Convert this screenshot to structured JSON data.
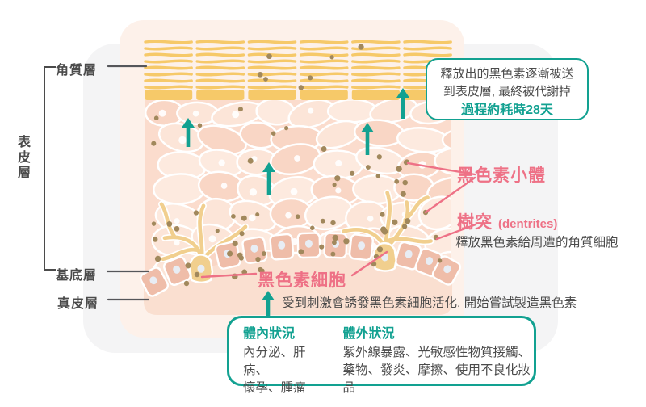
{
  "colors": {
    "teal": "#12a191",
    "pink": "#ee7186",
    "text_gray": "#4b4b4b",
    "line_gray": "#55565a",
    "bg_gray": "#f4f4f5",
    "card": "#fdf1ea",
    "corneum_yellow": "#f6c969",
    "cell_base": "#fbdccd",
    "cell_fills": [
      "#fce5d8",
      "#f9d6c5",
      "#fdeadf"
    ],
    "basal": "#efbda9",
    "basal_nucleus": "#e8edf4",
    "dermis": "#fadfd0",
    "melanocyte": "#f1cf8e",
    "melanin_dot": "#a1885c",
    "white": "#ffffff"
  },
  "left_labels": {
    "epidermis": "表皮層",
    "stratum_corneum": "角質層",
    "basal": "基底層",
    "dermis": "真皮層"
  },
  "annotations": {
    "melanosome": "黑色素小體",
    "dendrite": "樹突",
    "dendrite_en": "(dentrites)",
    "dendrite_desc": "釋放黑色素給周遭的角質細胞",
    "melanocyte": "黑色素細胞",
    "stimulus_note": "受到刺激會誘發黑色素細胞活化, 開始嘗試製造黑色素"
  },
  "metabolism_box": {
    "line1": "釋放出的黑色素逐漸被送",
    "line2": "到表皮層, 最終被代謝掉",
    "highlight": "過程約耗時28天"
  },
  "factors_box": {
    "internal_title": "體內狀況",
    "internal_line1": "內分泌、肝病、",
    "internal_line2": "懷孕、腫瘤",
    "external_title": "體外狀況",
    "external_line1": "紫外線暴露、光敏感性物質接觸、",
    "external_line2": "藥物、發炎、摩擦、使用不良化妝品"
  }
}
